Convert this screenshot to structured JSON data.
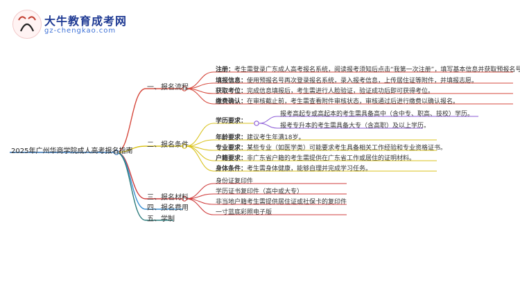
{
  "logo": {
    "title": "大牛教育成考网",
    "url": "gz-chengkao.com",
    "mark_glyph": "大牛"
  },
  "colors": {
    "root_line": "#2f6fb0",
    "branch1": "#d6483c",
    "branch2": "#d9c21a",
    "branch3": "#cf3b3b",
    "branch4": "#3a8fd1",
    "branch5": "#2a7a7a",
    "sub_wenti": "#8a5ad6"
  },
  "root": "2025年广州华商学院成人高考报名指南",
  "branches": [
    {
      "label": "一、报名流程",
      "items": [
        {
          "label": "注册：",
          "text": "考生需登录广东成人高考报名系统，阅读报考须知后点击“我第一次注册”，填写基本信息并获取预报名号。"
        },
        {
          "label": "填报信息：",
          "text": "使用预报名号再次登录报名系统，录入报考信息，上传居住证等附件，并填报志愿。"
        },
        {
          "label": "获取考位：",
          "text": "完成信息填报后，考生需进行人脸验证，验证成功后即可获得考位。"
        },
        {
          "label": "缴费确认：",
          "text": "在审核截止前，考生需查看附件审核状态，审核通过后进行缴费以确认报名。"
        }
      ]
    },
    {
      "label": "二、报名条件",
      "education": {
        "label": "学历要求：",
        "items": [
          "报考高起专或高起本的考生需具备高中（含中专、职高、技校）学历。",
          "报考专升本的考生需具备大专（含高职）及以上学历。"
        ]
      },
      "items": [
        {
          "label": "年龄要求：",
          "text": "建议考生年满18岁。"
        },
        {
          "label": "专业要求：",
          "text": "某些专业（如医学类）可能要求考生具备相关工作经验和专业资格证书。"
        },
        {
          "label": "户籍要求：",
          "text": "非广东省户籍的考生需提供在广东省工作或居住的证明材料。"
        },
        {
          "label": "身体条件：",
          "text": "考生需身体健康，能够自理并完成学习任务。"
        }
      ]
    },
    {
      "label": "三、报名材料",
      "items": [
        "身份证复印件",
        "学历证书复印件（高中或大专）",
        "非当地户籍考生需提供居住证或社保卡的复印件",
        "一寸蓝底彩照电子版"
      ]
    },
    {
      "label": "四、报名费用"
    },
    {
      "label": "五、学制"
    }
  ]
}
